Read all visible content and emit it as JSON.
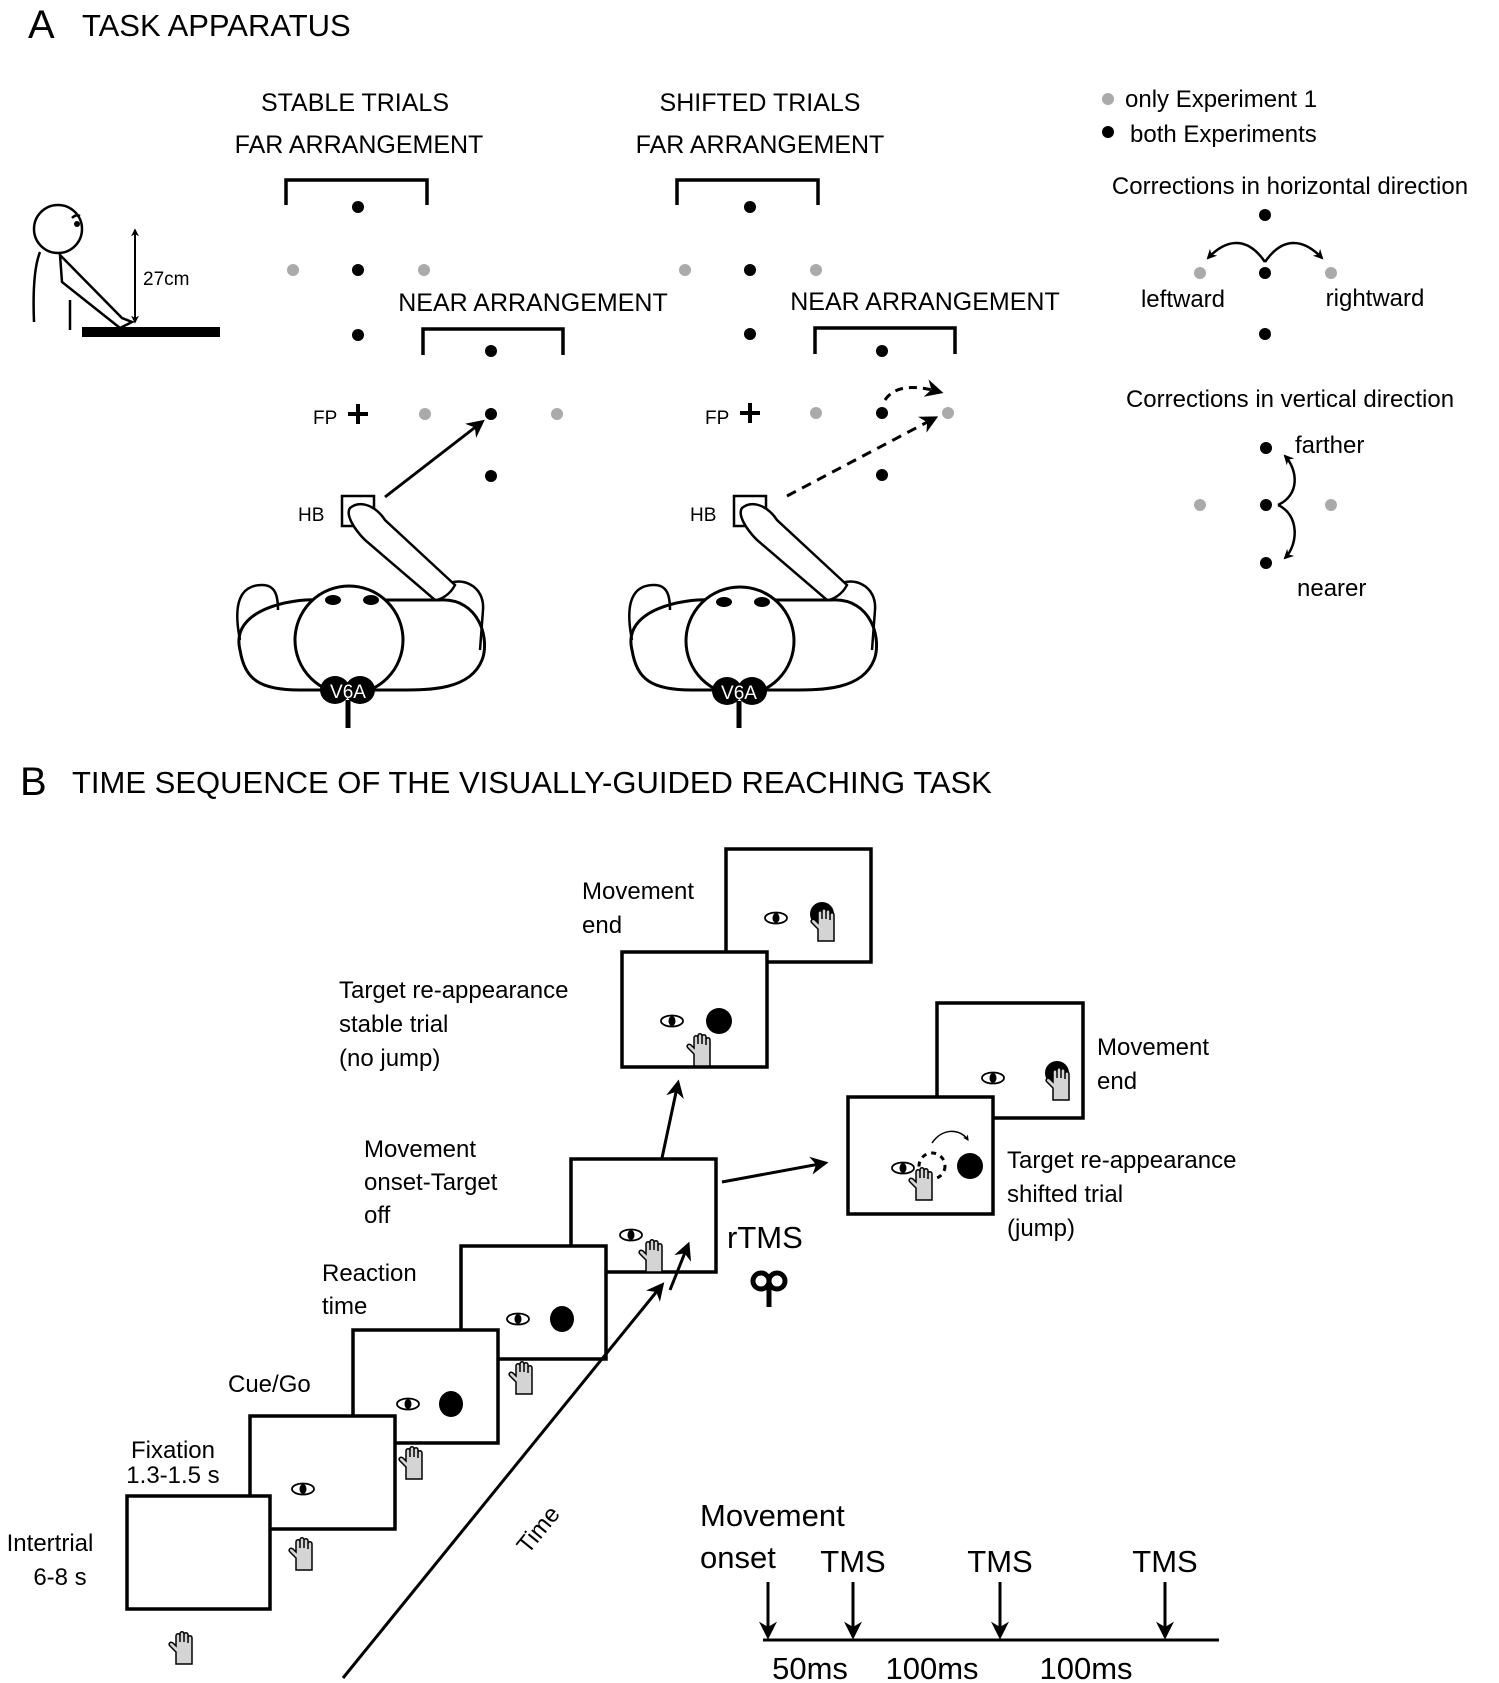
{
  "panelA": {
    "letter": "A",
    "title": "TASK APPARATUS",
    "height_label": "27cm",
    "stable": {
      "line1": "STABLE TRIALS",
      "line2": "FAR ARRANGEMENT",
      "near": "NEAR ARRANGEMENT",
      "fp": "FP",
      "hb": "HB",
      "brain": "V6A"
    },
    "shifted": {
      "line1": "SHIFTED TRIALS",
      "line2": "FAR ARRANGEMENT",
      "near": "NEAR ARRANGEMENT",
      "fp": "FP",
      "hb": "HB",
      "brain": "V6A"
    },
    "legend": {
      "gray": "only Experiment 1",
      "black": "both Experiments",
      "gray_color": "#aaaaaa",
      "black_color": "#000000"
    },
    "horizontal": {
      "title": "Corrections in horizontal direction",
      "left": "leftward",
      "right": "rightward"
    },
    "vertical": {
      "title": "Corrections in vertical direction",
      "up": "farther",
      "down": "nearer"
    }
  },
  "panelB": {
    "letter": "B",
    "title": "TIME SEQUENCE OF THE VISUALLY-GUIDED REACHING TASK",
    "steps": {
      "intertrial": [
        "Intertrial",
        "6-8 s"
      ],
      "fixation": [
        "Fixation",
        "1.3-1.5 s"
      ],
      "cue": [
        "Cue/Go"
      ],
      "reaction": [
        "Reaction",
        "time"
      ],
      "onset": [
        "Movement",
        "onset-Target",
        "off"
      ],
      "stable_reappear": [
        "Target re-appearance",
        "stable trial",
        "(no jump)"
      ],
      "stable_end": [
        "Movement",
        "end"
      ],
      "shifted_reappear": [
        "Target re-appearance",
        "shifted trial",
        "(jump)"
      ],
      "shifted_end": [
        "Movement",
        "end"
      ]
    },
    "time_label": "Time",
    "rtms_label": "rTMS",
    "timeline": {
      "onset_label": [
        "Movement",
        "onset"
      ],
      "pulse_label": "TMS",
      "intervals": [
        "50ms",
        "100ms",
        "100ms"
      ]
    }
  }
}
